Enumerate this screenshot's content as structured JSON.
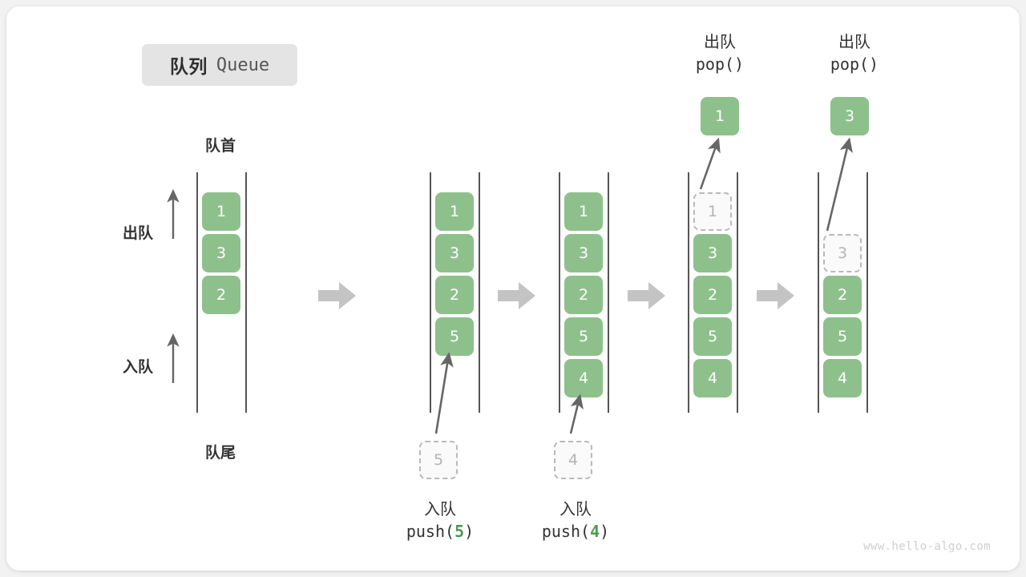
{
  "title": {
    "cn": "队列",
    "en": "Queue"
  },
  "labels": {
    "head": "队首",
    "tail": "队尾",
    "dequeue": "出队",
    "enqueue": "入队"
  },
  "watermark": "www.hello-algo.com",
  "colors": {
    "cell_green": "#8ec08c",
    "ghost_fill": "#fafafa",
    "ghost_border": "#b9b9b9",
    "rail": "#555555",
    "transition_arrow": "#c4c4c4",
    "action_arrow": "#666666",
    "chip_bg": "#e4e4e4",
    "card_bg": "#ffffff",
    "page_bg": "#f2f2f2"
  },
  "columns": [
    {
      "id": "initial",
      "cells": [
        "1",
        "3",
        "2"
      ],
      "ghost_index": -1,
      "caption_cn": "",
      "caption_code": "",
      "op_value": "",
      "floating_cell": "",
      "op_title_cn": "",
      "op_title_code": ""
    },
    {
      "id": "push-5",
      "cells": [
        "1",
        "3",
        "2",
        "5"
      ],
      "ghost_index": -1,
      "caption_cn": "入队",
      "caption_code_prefix": "push(",
      "op_value": "5",
      "caption_code_suffix": ")",
      "incoming_ghost": "5"
    },
    {
      "id": "push-4",
      "cells": [
        "1",
        "3",
        "2",
        "5",
        "4"
      ],
      "ghost_index": -1,
      "caption_cn": "入队",
      "caption_code_prefix": "push(",
      "op_value": "4",
      "caption_code_suffix": ")",
      "incoming_ghost": "4"
    },
    {
      "id": "pop-1",
      "cells": [
        "1",
        "3",
        "2",
        "5",
        "4"
      ],
      "ghost_index": 0,
      "op_title_cn": "出队",
      "op_title_code": "pop()",
      "popped_cell": "1"
    },
    {
      "id": "pop-3",
      "cells": [
        "3",
        "2",
        "5",
        "4"
      ],
      "ghost_index": 0,
      "op_title_cn": "出队",
      "op_title_code": "pop()",
      "popped_cell": "3"
    }
  ],
  "transition_arrows": [
    "arrow-right-icon",
    "arrow-right-icon",
    "arrow-right-icon",
    "arrow-right-icon"
  ]
}
